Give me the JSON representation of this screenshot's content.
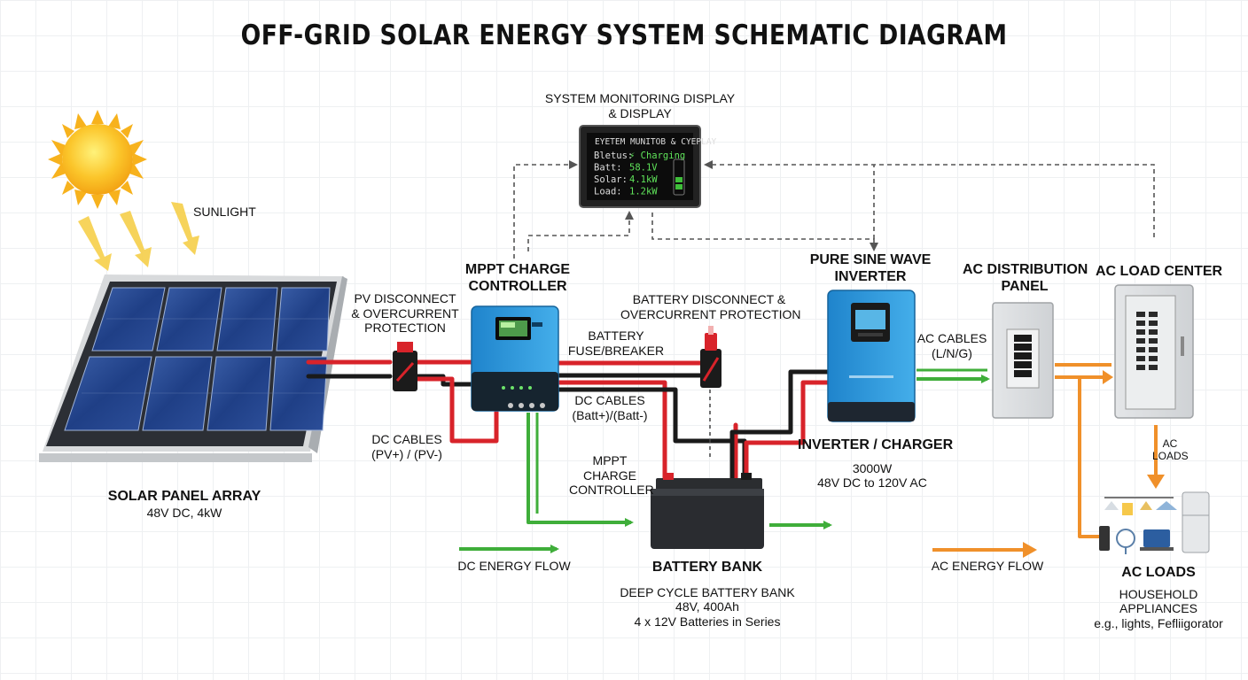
{
  "title": "OFF-GRID SOLAR ENERGY SYSTEM SCHEMATIC DIAGRAM",
  "sunlight": "SUNLIGHT",
  "monitor": {
    "label_line1": "SYSTEM MONITORING DISPLAY",
    "label_line2": "& DISPLAY",
    "screen_title": "EYETEM MUNITOB & CYEPLAY",
    "rows": [
      {
        "key": "Bletus:",
        "value": "Charging"
      },
      {
        "key": "Batt:",
        "value": "58.1V"
      },
      {
        "key": "Solar:",
        "value": "4.1kW"
      },
      {
        "key": "Load:",
        "value": "1.2kW"
      }
    ]
  },
  "solar_array": {
    "name": "SOLAR PANEL ARRAY",
    "spec": "48V DC, 4kW"
  },
  "pv_disconnect": {
    "line1": "PV DISCONNECT",
    "line2": "& OVERCURRENT",
    "line3": "PROTECTION"
  },
  "dc_cables_pv": {
    "line1": "DC CABLES",
    "line2": "(PV+) / (PV-)"
  },
  "mppt_top": {
    "line1": "MPPT CHARGE",
    "line2": "CONTROLLER"
  },
  "mppt_bottom": {
    "line1": "MPPT",
    "line2": "CHARGE",
    "line3": "CONTROLLER"
  },
  "battery_fuse": {
    "line1": "BATTERY",
    "line2": "FUSE/BREAKER"
  },
  "battery_disconnect": {
    "line1": "BATTERY DISCONNECT &",
    "line2": "OVERCURRENT PROTECTION"
  },
  "dc_cables_batt": {
    "line1": "DC CABLES",
    "line2": "(Batt+)/(Batt-)"
  },
  "battery_bank": {
    "name": "BATTERY BANK",
    "line1": "DEEP CYCLE BATTERY BANK",
    "line2": "48V, 400Ah",
    "line3": "4 x 12V Batteries in Series"
  },
  "inverter": {
    "line1": "PURE SINE WAVE",
    "line2": "INVERTER"
  },
  "inverter_charger": {
    "name": "INVERTER / CHARGER",
    "line1": "3000W",
    "line2": "48V DC to 120V AC"
  },
  "ac_cables": {
    "line1": "AC CABLES",
    "line2": "(L/N/G)"
  },
  "ac_distribution": {
    "line1": "AC DISTRIBUTION",
    "line2": "PANEL"
  },
  "ac_load_center": "AC LOAD CENTER",
  "ac_loads_small": {
    "line1": "AC",
    "line2": "LOADS"
  },
  "ac_loads": {
    "name": "AC LOADS",
    "line1": "HOUSEHOLD",
    "line2": "APPLIANCES",
    "line3": "e.g., lights, Fefliigorator"
  },
  "dc_energy_flow": "DC ENERGY FLOW",
  "ac_energy_flow": "AC ENERGY FLOW",
  "colors": {
    "dc_positive": "#d8232a",
    "dc_negative": "#1a1a1a",
    "dc_flow": "#3fae3a",
    "ac_flow": "#f0902a",
    "device_blue": "#2a95d8",
    "monitor_link": "#555555"
  }
}
